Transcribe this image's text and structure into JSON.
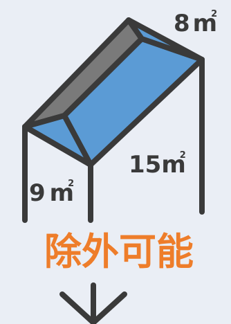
{
  "labels": {
    "area_top": {
      "value": "8",
      "unit": "m",
      "sup": "2"
    },
    "area_side": {
      "value": "15",
      "unit": "m",
      "sup": "2"
    },
    "area_front": {
      "value": "9",
      "unit": "m",
      "sup": "2"
    }
  },
  "caption": "除外可能",
  "colors": {
    "background": "#eaeef5",
    "roof_blue": "#5b9bd5",
    "roof_dark": "#7a7a7a",
    "outline": "#3a3a3a",
    "caption": "#ee7d2a"
  },
  "icons": [
    "down-arrow-icon"
  ]
}
